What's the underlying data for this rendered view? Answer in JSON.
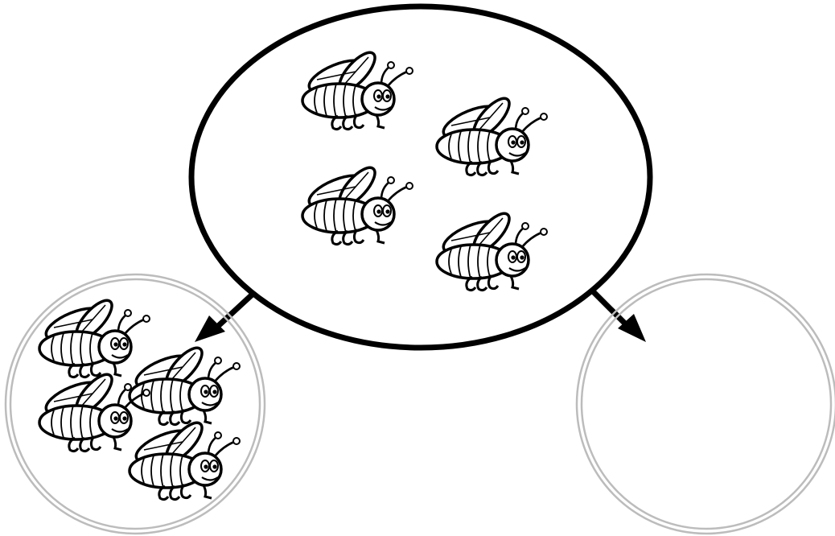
{
  "colors": {
    "background": "#ffffff",
    "outline": "#000000",
    "ring": "#bcbcbc",
    "bug_fill": "#ffffff"
  },
  "diagram": {
    "top_group": {
      "bug_count": 4,
      "icon": "firefly-icon"
    },
    "left_group": {
      "bug_count": 4,
      "icon": "firefly-icon"
    },
    "right_group": {
      "bug_count": 0
    },
    "connectors": [
      {
        "from": "top-group",
        "to": "left-group"
      },
      {
        "from": "top-group",
        "to": "right-group"
      }
    ]
  }
}
